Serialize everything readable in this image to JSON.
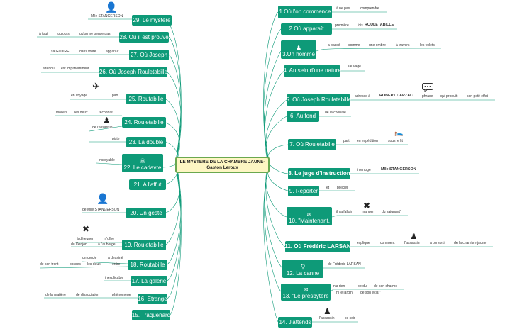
{
  "center": {
    "title": "LE MYSTERE DE LA CHAMBRE JAUNE-",
    "author": "Gaston Leroux"
  },
  "right_nodes": [
    {
      "id": "r1",
      "label": "1.Où l'on commence"
    },
    {
      "id": "r2",
      "label": "2.Où apparaît"
    },
    {
      "id": "r3",
      "label": "3.Un homme"
    },
    {
      "id": "r4",
      "label": "4. Au sein d'une nature"
    },
    {
      "id": "r5",
      "label": "5. Où Joseph Roulatabille"
    },
    {
      "id": "r6",
      "label": "6. Au fond"
    },
    {
      "id": "r7",
      "label": "7. Où Rouletabille"
    },
    {
      "id": "r8",
      "label": "8. Le juge d'instruction"
    },
    {
      "id": "r9",
      "label": "9. Reporter"
    },
    {
      "id": "r10",
      "label": "10. \"Maintenant,"
    },
    {
      "id": "r11",
      "label": "11. Où Frédéric LARSAN"
    },
    {
      "id": "r12",
      "label": "12. La canne"
    },
    {
      "id": "r13",
      "label": "13. \"Le presbytère"
    },
    {
      "id": "r14",
      "label": "14. J'attends"
    }
  ],
  "left_nodes": [
    {
      "id": "l29",
      "label": "29. Le mystère"
    },
    {
      "id": "l28",
      "label": "28. Où il est prouvé"
    },
    {
      "id": "l27",
      "label": "27. Où Joseph"
    },
    {
      "id": "l26",
      "label": "26. Où Joseph Rouletabille"
    },
    {
      "id": "l25",
      "label": "25. Routabille"
    },
    {
      "id": "l24",
      "label": "24. Rouletabille"
    },
    {
      "id": "l23",
      "label": "23. La double"
    },
    {
      "id": "l22",
      "label": "22. Le cadavre"
    },
    {
      "id": "l21",
      "label": "21. A l'affut"
    },
    {
      "id": "l20",
      "label": "20. Un geste"
    },
    {
      "id": "l19",
      "label": "19. Rouletabille"
    },
    {
      "id": "l18",
      "label": "18. Routabille"
    },
    {
      "id": "l17",
      "label": "17. La galerie"
    },
    {
      "id": "l16",
      "label": "16. Etrange"
    },
    {
      "id": "l15",
      "label": "15. Traquenard"
    }
  ],
  "leaves": {
    "r1": [
      "à ne pas",
      "comprendre"
    ],
    "r2": [
      "première",
      "fois",
      "ROULETABILLE"
    ],
    "r3": [
      "a passé",
      "comme",
      "une ombre",
      "à travers",
      "les volets"
    ],
    "r4": [
      "sauvage"
    ],
    "r5": [
      "adresse à",
      "ROBERT DARZAC",
      "phrase",
      "qui produit",
      "son petit effet"
    ],
    "r6": [
      "de la chênaie"
    ],
    "r7": [
      "part",
      "en expédition",
      "sous le lit"
    ],
    "r8": [
      "interroge",
      "Mlle STANGERSON"
    ],
    "r9": [
      "et",
      "policier"
    ],
    "r10": [
      "il va falloir",
      "manger",
      "du saignant\""
    ],
    "r11": [
      "explique",
      "comment",
      "l'assassin",
      "a pu sortir",
      "de la chambre jaune"
    ],
    "r12": [
      "de Fréderic LARSAN"
    ],
    "r13": [
      "n'a rien",
      "perdu",
      "de son charme",
      "ni le jardin",
      "de son éclat\""
    ],
    "r14": [
      "l'assassin",
      "ce soir"
    ],
    "l29": [
      "Mlle STANGERSON"
    ],
    "l28": [
      "à tout",
      "toujours",
      "qu'on ne pense pas"
    ],
    "l27": [
      "sa GLOIRE",
      "dans toute",
      "apparaît"
    ],
    "l26": [
      "attendu",
      "est impatiemment"
    ],
    "l25": [
      "en voyage",
      "part"
    ],
    "l24": [
      "mollets",
      "les deux",
      "reconnaît",
      "de l'assassin"
    ],
    "l23": [
      "piste"
    ],
    "l22": [
      "incroyable"
    ],
    "l20": [
      "de Mlle STANGERSON"
    ],
    "l19": [
      "à déjeuner",
      "m'offre",
      "du Donjon",
      "à l'auberge"
    ],
    "l18": [
      "un cercle",
      "a dessiné",
      "de son front",
      "bosses",
      "les deux",
      "entre"
    ],
    "l17": [
      "inexplicable"
    ],
    "l16": [
      "de la matière",
      "de dissociation",
      "phénomène"
    ]
  },
  "icons": {
    "l29": "person-icon",
    "r3": "standing-person-icon",
    "r5": "speech-bubble-icon",
    "r7": "bed-icon",
    "l25": "airplane-icon",
    "l24": "standing-person-icon",
    "l22": "skull-icon",
    "l20": "person-icon",
    "l19": "cutlery-icon",
    "r10": "cutlery-icon",
    "r11": "standing-person-icon",
    "r12": "cane-icon",
    "r13": "envelope-icon",
    "r14": "standing-person-icon",
    "r10_note": "envelope-icon"
  },
  "colors": {
    "node": "#0e9a78",
    "line": "#0e9a78",
    "center_fill": "#fdf6c3",
    "center_border": "#6aa84f"
  }
}
